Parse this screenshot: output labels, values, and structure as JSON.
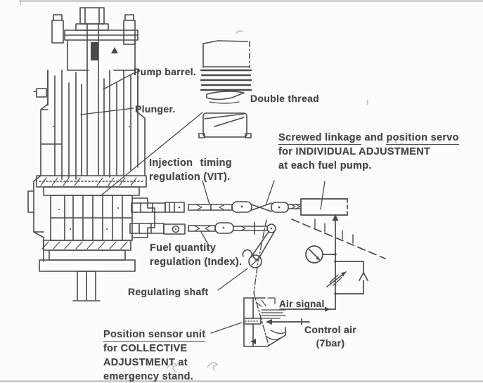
{
  "colors": {
    "ink": "#4a4a4a",
    "paper": "#fcfcfa",
    "scan_edge": "#c6c6c6"
  },
  "labels": {
    "pump_barrel": "Pump barrel.",
    "plunger": "Plunger.",
    "double_thread": "Double thread",
    "injection_timing": {
      "line1": "Injection timing",
      "line2": "regulation (VIT)."
    },
    "individual_adjustment": {
      "underlined1": "Screwed linkage",
      "connector": " and ",
      "underlined2": "position servo",
      "line2": "for INDIVIDUAL ADJUSTMENT",
      "line3": "at each fuel pump."
    },
    "fuel_quantity": {
      "line1": "Fuel quantity",
      "line2": "regulation (Index)."
    },
    "regulating_shaft": "Regulating shaft",
    "air_signal": "Air signal",
    "collective_adjustment": {
      "underlined": "Position sensor unit",
      "line2": "for COLLECTIVE",
      "line3": "ADJUSTMENT at",
      "line4": "emergency stand."
    },
    "control_air": {
      "line1": "Control air",
      "line2": "(7bar)"
    }
  }
}
